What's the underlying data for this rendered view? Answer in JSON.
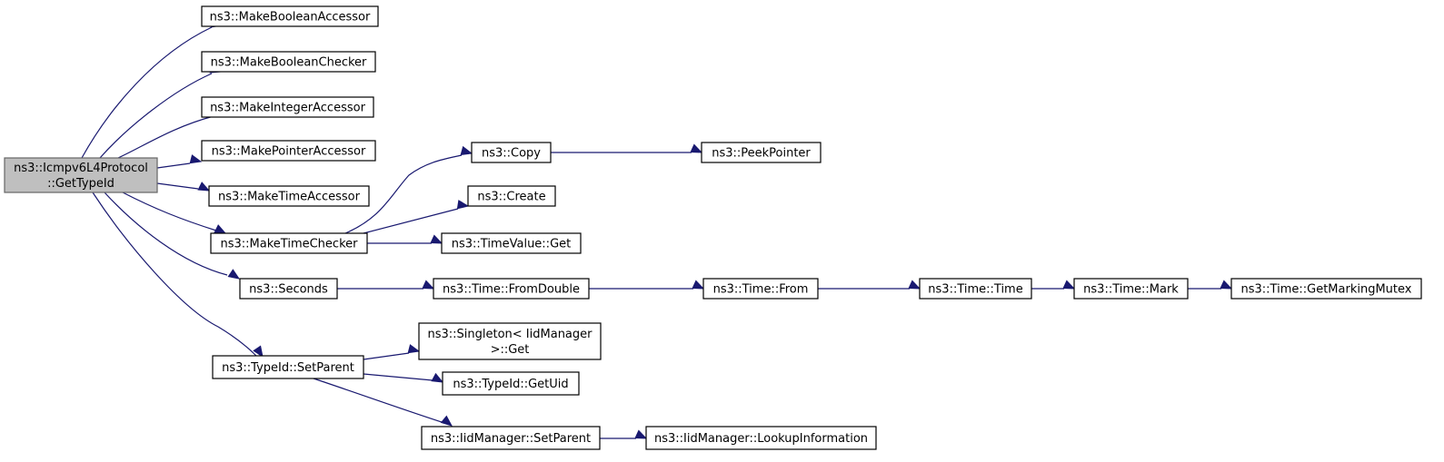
{
  "graph": {
    "root": "n_root",
    "nodes": [
      {
        "id": "n_root",
        "lines": [
          "ns3::Icmpv6L4Protocol",
          "::GetTypeId"
        ],
        "highlighted": true
      },
      {
        "id": "n_mba",
        "lines": [
          "ns3::MakeBooleanAccessor"
        ]
      },
      {
        "id": "n_mbc",
        "lines": [
          "ns3::MakeBooleanChecker"
        ]
      },
      {
        "id": "n_mia",
        "lines": [
          "ns3::MakeIntegerAccessor"
        ]
      },
      {
        "id": "n_mpa",
        "lines": [
          "ns3::MakePointerAccessor"
        ]
      },
      {
        "id": "n_mta",
        "lines": [
          "ns3::MakeTimeAccessor"
        ]
      },
      {
        "id": "n_mtc",
        "lines": [
          "ns3::MakeTimeChecker"
        ]
      },
      {
        "id": "n_sec",
        "lines": [
          "ns3::Seconds"
        ]
      },
      {
        "id": "n_tsp",
        "lines": [
          "ns3::TypeId::SetParent"
        ]
      },
      {
        "id": "n_copy",
        "lines": [
          "ns3::Copy"
        ]
      },
      {
        "id": "n_peek",
        "lines": [
          "ns3::PeekPointer"
        ]
      },
      {
        "id": "n_create",
        "lines": [
          "ns3::Create"
        ]
      },
      {
        "id": "n_tvget",
        "lines": [
          "ns3::TimeValue::Get"
        ]
      },
      {
        "id": "n_fromdbl",
        "lines": [
          "ns3::Time::FromDouble"
        ]
      },
      {
        "id": "n_from",
        "lines": [
          "ns3::Time::From"
        ]
      },
      {
        "id": "n_time",
        "lines": [
          "ns3::Time::Time"
        ]
      },
      {
        "id": "n_mark",
        "lines": [
          "ns3::Time::Mark"
        ]
      },
      {
        "id": "n_gmm",
        "lines": [
          "ns3::Time::GetMarkingMutex"
        ]
      },
      {
        "id": "n_singget",
        "lines": [
          "ns3::Singleton< IidManager",
          ">::Get"
        ]
      },
      {
        "id": "n_getuid",
        "lines": [
          "ns3::TypeId::GetUid"
        ]
      },
      {
        "id": "n_iidsp",
        "lines": [
          "ns3::IidManager::SetParent"
        ]
      },
      {
        "id": "n_lookup",
        "lines": [
          "ns3::IidManager::LookupInformation"
        ]
      }
    ],
    "edges": [
      {
        "from": "n_root",
        "to": "n_mba"
      },
      {
        "from": "n_root",
        "to": "n_mbc"
      },
      {
        "from": "n_root",
        "to": "n_mia"
      },
      {
        "from": "n_root",
        "to": "n_mpa"
      },
      {
        "from": "n_root",
        "to": "n_mta"
      },
      {
        "from": "n_root",
        "to": "n_mtc"
      },
      {
        "from": "n_root",
        "to": "n_sec"
      },
      {
        "from": "n_root",
        "to": "n_tsp"
      },
      {
        "from": "n_mtc",
        "to": "n_copy"
      },
      {
        "from": "n_mtc",
        "to": "n_create"
      },
      {
        "from": "n_mtc",
        "to": "n_tvget"
      },
      {
        "from": "n_copy",
        "to": "n_peek"
      },
      {
        "from": "n_sec",
        "to": "n_fromdbl"
      },
      {
        "from": "n_fromdbl",
        "to": "n_from"
      },
      {
        "from": "n_from",
        "to": "n_time"
      },
      {
        "from": "n_time",
        "to": "n_mark"
      },
      {
        "from": "n_mark",
        "to": "n_gmm"
      },
      {
        "from": "n_tsp",
        "to": "n_singget"
      },
      {
        "from": "n_tsp",
        "to": "n_getuid"
      },
      {
        "from": "n_tsp",
        "to": "n_iidsp"
      },
      {
        "from": "n_iidsp",
        "to": "n_lookup"
      }
    ]
  },
  "colors": {
    "edge": "#191970",
    "node_border": "#000000",
    "root_fill": "#bfbfbf",
    "root_border": "#666666"
  }
}
